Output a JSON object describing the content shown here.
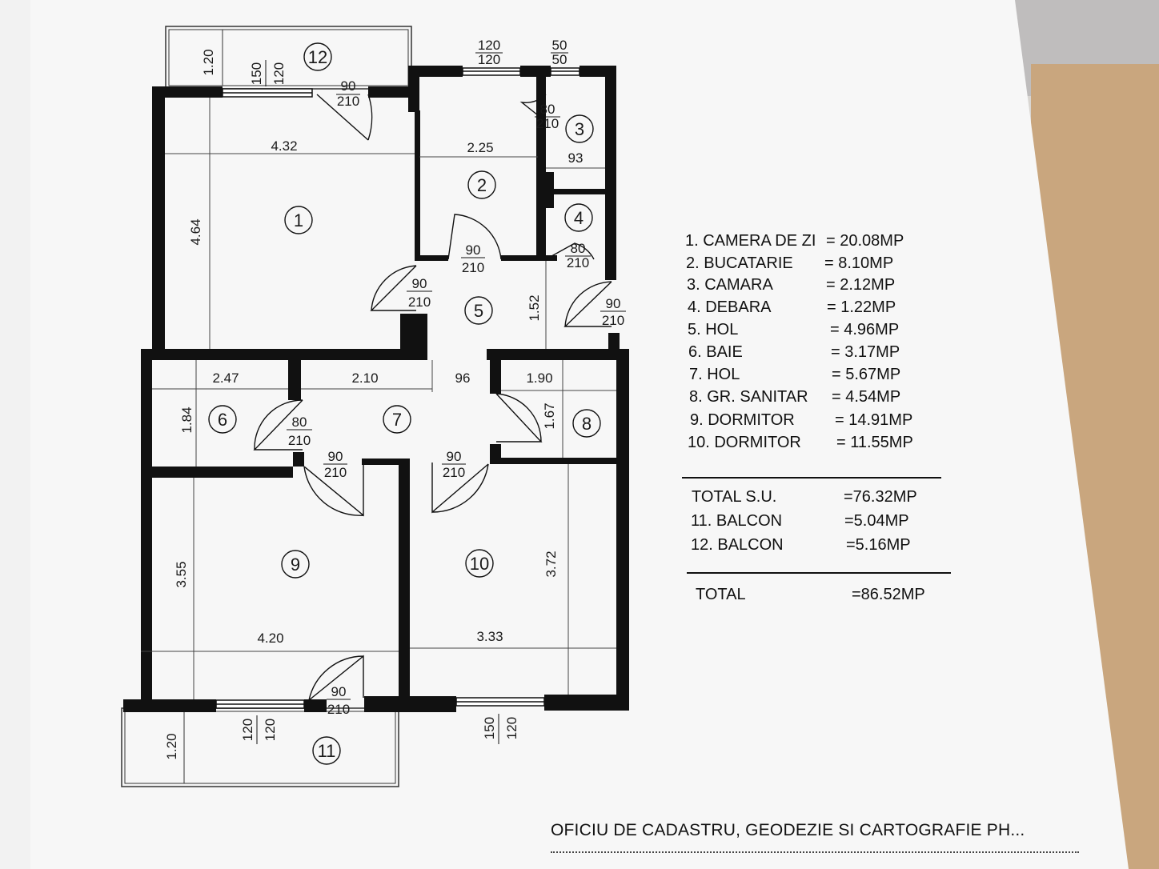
{
  "rooms": {
    "r1": "1",
    "r2": "2",
    "r3": "3",
    "r4": "4",
    "r5": "5",
    "r6": "6",
    "r7": "7",
    "r8": "8",
    "r9": "9",
    "r10": "10",
    "r11": "11",
    "r12": "12"
  },
  "dims": {
    "d_432": "4.32",
    "d_464": "4.64",
    "d_225": "2.25",
    "d_93": "93",
    "d_152": "1.52",
    "d_247": "2.47",
    "d_210": "2.10",
    "d_96": "96",
    "d_190": "1.90",
    "d_184": "1.84",
    "d_167": "1.67",
    "d_355": "3.55",
    "d_372": "3.72",
    "d_420": "4.20",
    "d_333": "3.33",
    "bal_top": "1.20",
    "bal_bottom": "1.20"
  },
  "openings": {
    "w_top_a": "150",
    "w_top_b": "120",
    "w_k_a": "120",
    "w_k_b": "120",
    "w_c_a": "50",
    "w_c_b": "50",
    "w_bl_a": "120",
    "w_bl_b": "120",
    "w_br_a": "150",
    "w_br_b": "120",
    "door_w": "90",
    "door_w_80": "80",
    "door_h": "210"
  },
  "legend": {
    "items": [
      {
        "label": "1.  CAMERA DE ZI",
        "value": "= 20.08MP"
      },
      {
        "label": "2.  BUCATARIE",
        "value": "= 8.10MP"
      },
      {
        "label": "3.  CAMARA",
        "value": "= 2.12MP"
      },
      {
        "label": "4.  DEBARA",
        "value": "= 1.22MP"
      },
      {
        "label": "5.  HOL",
        "value": "= 4.96MP"
      },
      {
        "label": "6.  BAIE",
        "value": "= 3.17MP"
      },
      {
        "label": "7.  HOL",
        "value": "= 5.67MP"
      },
      {
        "label": "8.  GR. SANITAR",
        "value": "= 4.54MP"
      },
      {
        "label": "9.  DORMITOR",
        "value": "= 14.91MP"
      },
      {
        "label": "10. DORMITOR",
        "value": "= 11.55MP"
      }
    ],
    "totals": [
      {
        "label": "TOTAL  S.U.",
        "value": "=76.32MP"
      },
      {
        "label": "11. BALCON",
        "value": "=5.04MP"
      },
      {
        "label": "12. BALCON",
        "value": "=5.16MP"
      }
    ],
    "grand": {
      "label": "TOTAL",
      "value": "=86.52MP"
    }
  },
  "footer": {
    "office": "OFICIU DE CADASTRU, GEODEZIE SI CARTOGRAFIE PH..."
  }
}
